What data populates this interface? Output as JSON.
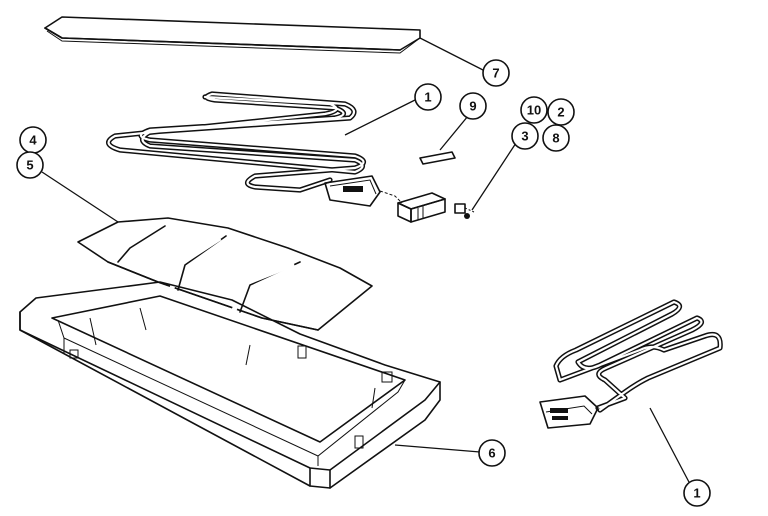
{
  "callouts": {
    "c7": "7",
    "c1_top": "1",
    "c9": "9",
    "c10": "10",
    "c2": "2",
    "c3": "3",
    "c8": "8",
    "c4": "4",
    "c5": "5",
    "c6": "6",
    "c1_bottom": "1"
  },
  "colors": {
    "ink": "#111111",
    "paper": "#ffffff"
  }
}
